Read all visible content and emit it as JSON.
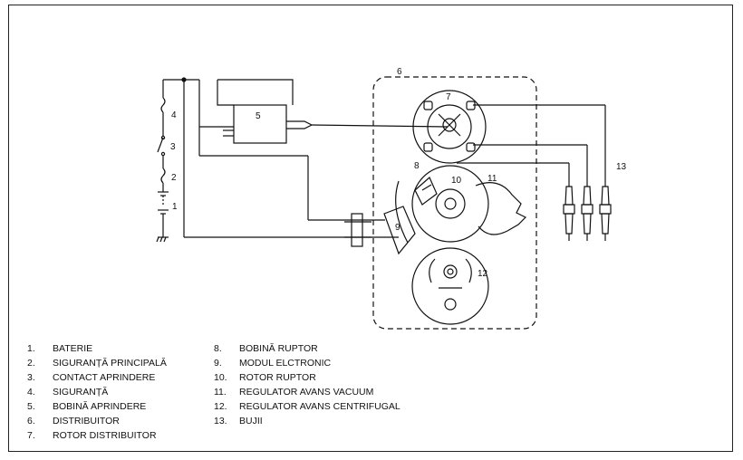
{
  "diagram": {
    "callouts": {
      "c1": "1",
      "c2": "2",
      "c3": "3",
      "c4": "4",
      "c5": "5",
      "c6": "6",
      "c7": "7",
      "c8": "8",
      "c9": "9",
      "c10": "10",
      "c11": "11",
      "c12": "12",
      "c13": "13"
    },
    "icons": [
      "ground-icon",
      "spark-plug-icon",
      "fuse-icon",
      "switch-icon",
      "battery-icon",
      "coil-icon"
    ]
  },
  "legend": {
    "left": [
      {
        "num": "1.",
        "text": "BATERIE"
      },
      {
        "num": "2.",
        "text": "SIGURANȚĂ PRINCIPALĂ"
      },
      {
        "num": "3.",
        "text": "CONTACT APRINDERE"
      },
      {
        "num": "4.",
        "text": "SIGURANȚĂ"
      },
      {
        "num": "5.",
        "text": "BOBINĂ APRINDERE"
      },
      {
        "num": "6.",
        "text": "DISTRIBUITOR"
      },
      {
        "num": "7.",
        "text": "ROTOR DISTRIBUITOR"
      }
    ],
    "right": [
      {
        "num": "8.",
        "text": "BOBINĂ RUPTOR"
      },
      {
        "num": "9.",
        "text": "MODUL ELCTRONIC"
      },
      {
        "num": "10.",
        "text": "ROTOR RUPTOR"
      },
      {
        "num": "11.",
        "text": "REGULATOR AVANS VACUUM"
      },
      {
        "num": "12.",
        "text": "REGULATOR AVANS CENTRIFUGAL"
      },
      {
        "num": "13.",
        "text": "BUJII"
      }
    ]
  }
}
